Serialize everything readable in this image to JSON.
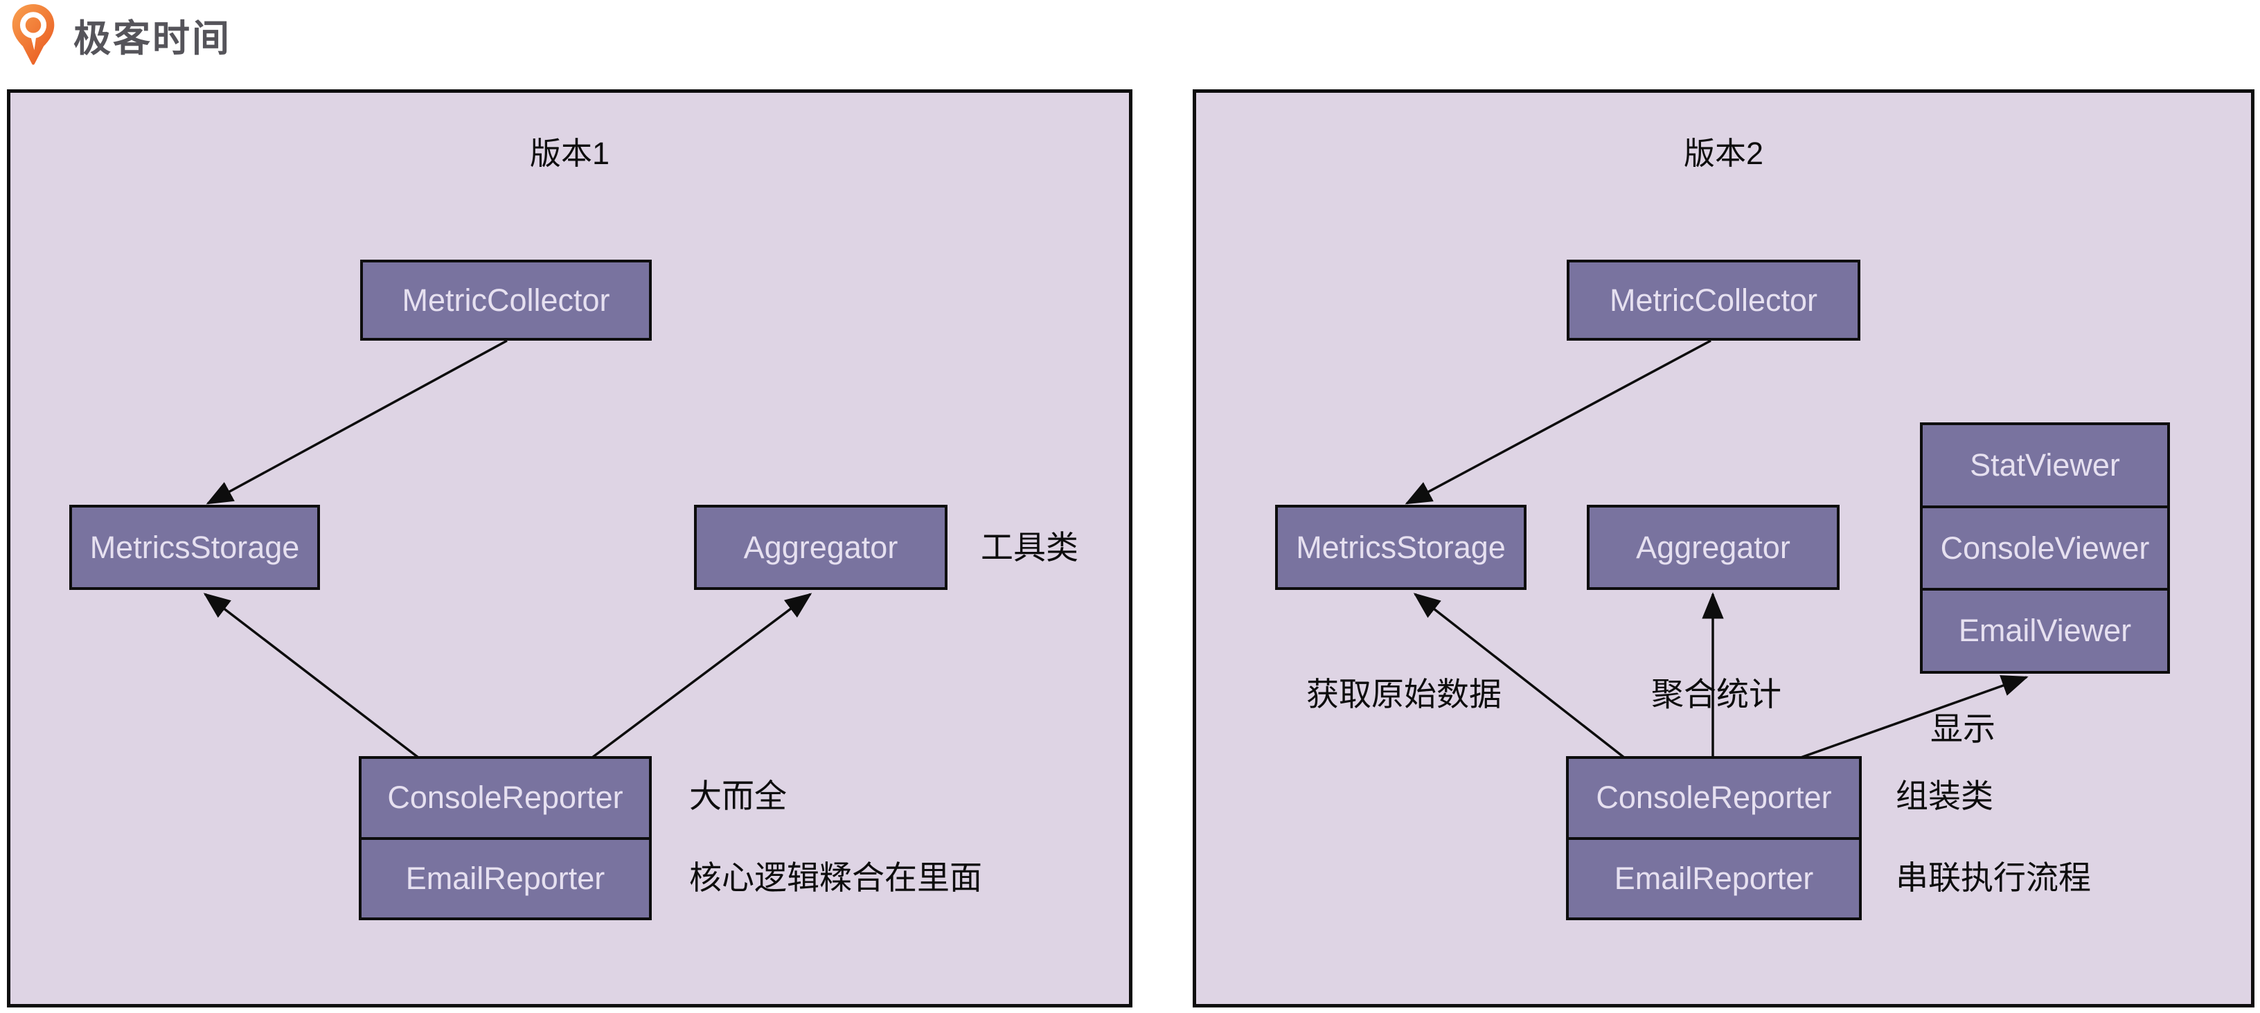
{
  "logo": {
    "brand_text": "极客时间"
  },
  "colors": {
    "panel_bg": "#ded4e4",
    "node_fill": "#79739f",
    "node_border": "#0d0d0d",
    "node_text": "#e6e0f0",
    "annotation_text": "#0d0d0d",
    "arrow": "#0d0d0d",
    "logo_text": "#55545a",
    "page_bg": "#ffffff"
  },
  "panel1": {
    "title": "版本1",
    "nodes": {
      "metric_collector": "MetricCollector",
      "metrics_storage": "MetricsStorage",
      "aggregator": "Aggregator",
      "console_reporter": "ConsoleReporter",
      "email_reporter": "EmailReporter"
    },
    "annotations": {
      "utility_class": "工具类",
      "all_in_one": "大而全",
      "core_logic": "核心逻辑糅合在里面"
    }
  },
  "panel2": {
    "title": "版本2",
    "nodes": {
      "metric_collector": "MetricCollector",
      "metrics_storage": "MetricsStorage",
      "aggregator": "Aggregator",
      "stat_viewer": "StatViewer",
      "console_viewer": "ConsoleViewer",
      "email_viewer": "EmailViewer",
      "console_reporter": "ConsoleReporter",
      "email_reporter": "EmailReporter"
    },
    "annotations": {
      "fetch_raw_data": "获取原始数据",
      "aggregate_stats": "聚合统计",
      "display": "显示",
      "assembly_class": "组装类",
      "chain_flow": "串联执行流程"
    }
  },
  "edges": [
    {
      "panel": "版本1",
      "from": "MetricCollector",
      "to": "MetricsStorage"
    },
    {
      "panel": "版本1",
      "from": "ConsoleReporter/EmailReporter",
      "to": "MetricsStorage"
    },
    {
      "panel": "版本1",
      "from": "ConsoleReporter/EmailReporter",
      "to": "Aggregator"
    },
    {
      "panel": "版本2",
      "from": "MetricCollector",
      "to": "MetricsStorage"
    },
    {
      "panel": "版本2",
      "from": "ConsoleReporter/EmailReporter",
      "to": "MetricsStorage"
    },
    {
      "panel": "版本2",
      "from": "ConsoleReporter/EmailReporter",
      "to": "Aggregator"
    },
    {
      "panel": "版本2",
      "from": "ConsoleReporter/EmailReporter",
      "to": "StatViewer/ConsoleViewer/EmailViewer"
    }
  ]
}
